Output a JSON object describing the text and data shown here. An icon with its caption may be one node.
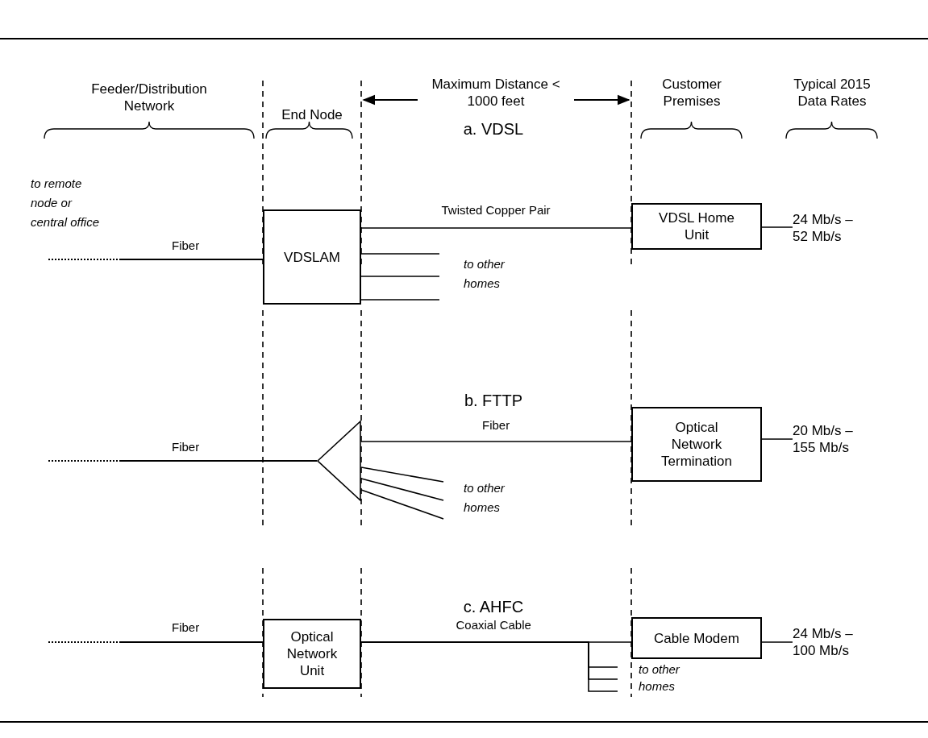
{
  "diagram": {
    "nodes": [
      {
        "text": [
          "VDSLAM"
        ]
      },
      {
        "text": [
          "VDSL Home Unit"
        ]
      },
      {
        "text": [
          "24 Mb/s – 52 Mb/s"
        ]
      },
      {
        "text": [],
        "shape": "triangle"
      },
      {
        "text": [
          "Optical Network Termination"
        ]
      },
      {
        "text": [
          "20 Mb/s – 155 Mb/s"
        ]
      },
      {
        "text": [
          "Optical Network Unit"
        ]
      },
      {
        "text": [
          "Cable Modem"
        ]
      },
      {
        "text": [
          "24 Mb/s – 100 Mb/s"
        ]
      }
    ],
    "edges": [
      {
        "from": null,
        "to": 0,
        "arrow": "none",
        "label": "Fiber",
        "style": "dashed"
      },
      {
        "from": 0,
        "to": 1,
        "arrow": "none",
        "label": "Twisted Copper Pair"
      },
      {
        "from": 0,
        "to": null,
        "arrow": "none"
      },
      {
        "from": 0,
        "to": null,
        "arrow": "none"
      },
      {
        "from": 0,
        "to": null,
        "arrow": "none"
      },
      {
        "from": 1,
        "to": 2,
        "arrow": "none"
      },
      {
        "from": null,
        "to": 3,
        "arrow": "none",
        "label": "Fiber",
        "style": "dashed"
      },
      {
        "from": 3,
        "to": 4,
        "arrow": "none",
        "label": "Fiber"
      },
      {
        "from": 3,
        "to": null,
        "arrow": "none"
      },
      {
        "from": 3,
        "to": null,
        "arrow": "none"
      },
      {
        "from": 3,
        "to": null,
        "arrow": "none"
      },
      {
        "from": 4,
        "to": 5,
        "arrow": "none"
      },
      {
        "from": null,
        "to": 6,
        "arrow": "none",
        "label": "Fiber",
        "style": "dashed"
      },
      {
        "from": 6,
        "to": 7,
        "arrow": "none",
        "label": "Coaxial Cable"
      },
      {
        "from": 6,
        "to": null,
        "arrow": "none"
      },
      {
        "from": 6,
        "to": null,
        "arrow": "none"
      },
      {
        "from": 6,
        "to": null,
        "arrow": "none"
      },
      {
        "from": 7,
        "to": 8,
        "arrow": "none"
      }
    ],
    "labels": [
      "Feeder/Distribution Network",
      "End Node",
      "Maximum Distance < 1000 feet",
      "Customer Premises",
      "Typical 2015 Data Rates",
      "to remote node or central office",
      "a. VDSL",
      "to other homes",
      "b. FTTP",
      "to other homes",
      "c. AHFC",
      "to other homes"
    ]
  }
}
